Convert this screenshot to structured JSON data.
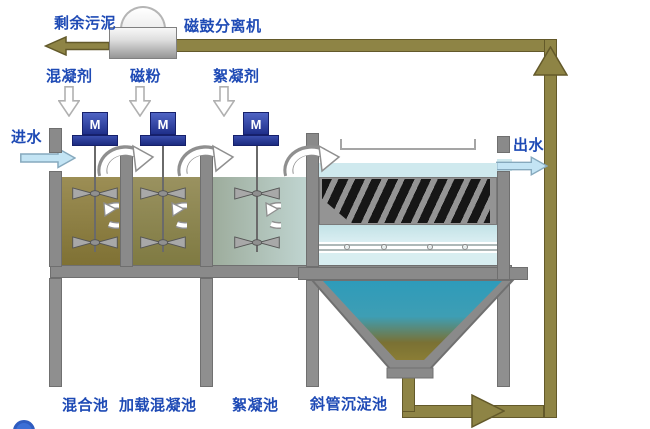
{
  "diagram": {
    "labels": {
      "sludge": "剩余污泥",
      "drum": "磁鼓分离机",
      "inlet": "进水",
      "outlet": "出水",
      "motor": "M",
      "chemicals": [
        "混凝剂",
        "磁粉",
        "絮凝剂"
      ],
      "tanks": [
        "混合池",
        "加载混凝池",
        "絮凝池",
        "斜管沉淀池"
      ]
    },
    "colors": {
      "label_text_blue": "#1e4ab5",
      "motor_blue": "#2b3f9f",
      "recycle_pipe_olive": "#8e8445",
      "flow_arrow_blue": "#c3e4f4",
      "tank1_water": "#8a7c42",
      "tank2_water": "#8d8756",
      "tank3_water": "#aebfb4",
      "clarifier_water": "#cfe9ee",
      "hopper_water_top": "#2f9ab8",
      "hopper_water_bottom": "#8a7d35",
      "wall_gray": "#8a8a8a",
      "inclined_tube_black": "#161616"
    }
  }
}
